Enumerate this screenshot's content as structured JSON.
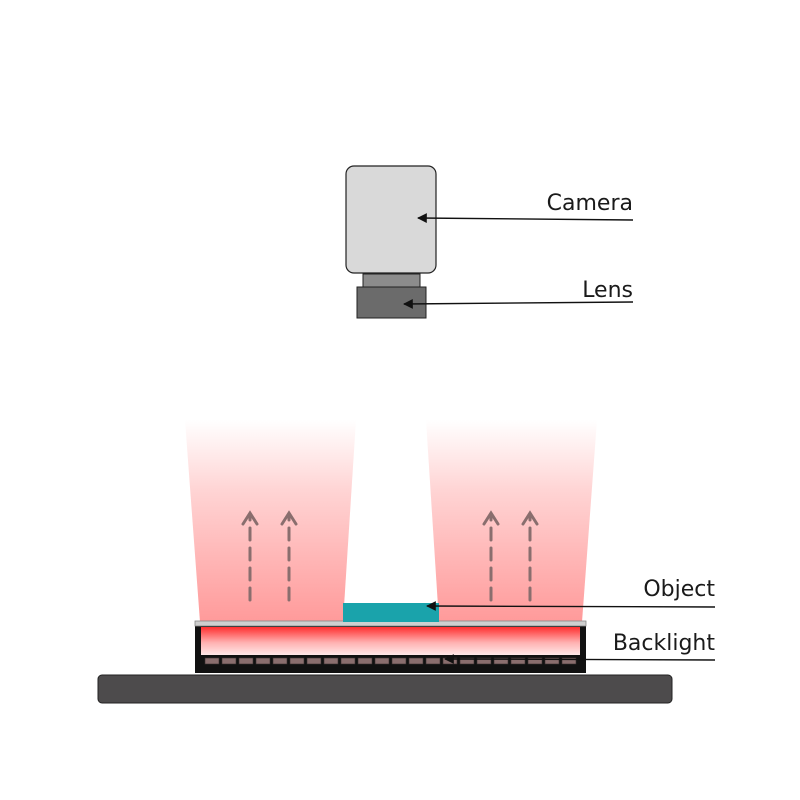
{
  "labels": {
    "camera": "Camera",
    "lens": "Lens",
    "object": "Object",
    "backlight": "Backlight"
  },
  "colors": {
    "camera_body": "#d9d9d9",
    "lens_mount": "#8c8c8c",
    "lens": "#6b6b6b",
    "object": "#1aa3ab",
    "light_beam": "#ff8a8a",
    "light_panel_top": "#ff3b3b",
    "base": "#4d4b4c",
    "arrow": "#8a6e6e"
  },
  "icons": {
    "light_arrows": "arrow-up-dashed"
  }
}
